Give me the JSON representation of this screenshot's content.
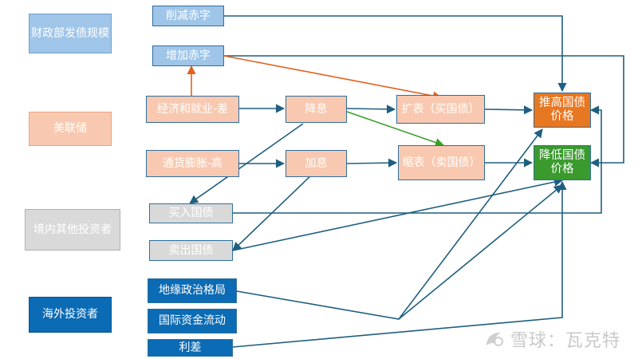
{
  "categories": {
    "treasury": "财政部发债规模",
    "fed": "美联储",
    "domestic": "境内其他投资者",
    "overseas": "海外投资者"
  },
  "nodes": {
    "cut_deficit": "削减赤字",
    "increase_deficit": "增加赤字",
    "economy_weak": "经济和就业-差",
    "inflation_high": "通货膨胀-高",
    "rate_cut": "降息",
    "rate_hike": "加息",
    "qe": "扩表（买国债）",
    "qt": "缩表（卖国债）",
    "raise_price": "推高国债价格",
    "lower_price": "降低国债价格",
    "buy_bonds": "买入国债",
    "sell_bonds": "卖出国债",
    "geopolitics": "地缘政治格局",
    "capital_flow": "国际资金流动",
    "spread": "利差"
  },
  "colors": {
    "arrow_main": "#1f5f7f",
    "arrow_orange": "#e2611c",
    "arrow_green": "#3aa02a"
  },
  "watermark": {
    "text": "雪球：瓦克特",
    "icon": "snowball-logo-icon"
  }
}
